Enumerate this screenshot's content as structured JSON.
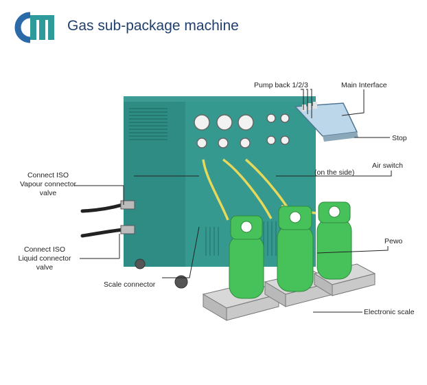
{
  "header": {
    "title": "Gas sub-package machine"
  },
  "colors": {
    "brand_blue": "#2a6aa8",
    "brand_teal": "#2f9a9a",
    "machine_teal": "#2f8d86",
    "cylinder_green": "#47c25a",
    "hose_yellow": "#e6d85a"
  },
  "callouts": {
    "pump_back": "Pump back 1/2/3",
    "main_interface": "Main Interface",
    "stop": "Stop",
    "air_switch": "Air switch",
    "air_switch_note": "(on the side)",
    "vapour": [
      "Connect ISO",
      "Vapour connector",
      "valve"
    ],
    "liquid": [
      "Connect ISO",
      "Liquid connector",
      "valve"
    ],
    "scale_connector": "Scale connector",
    "cylinder_tag": "Pewo",
    "electronic_scale": "Electronic scale"
  }
}
